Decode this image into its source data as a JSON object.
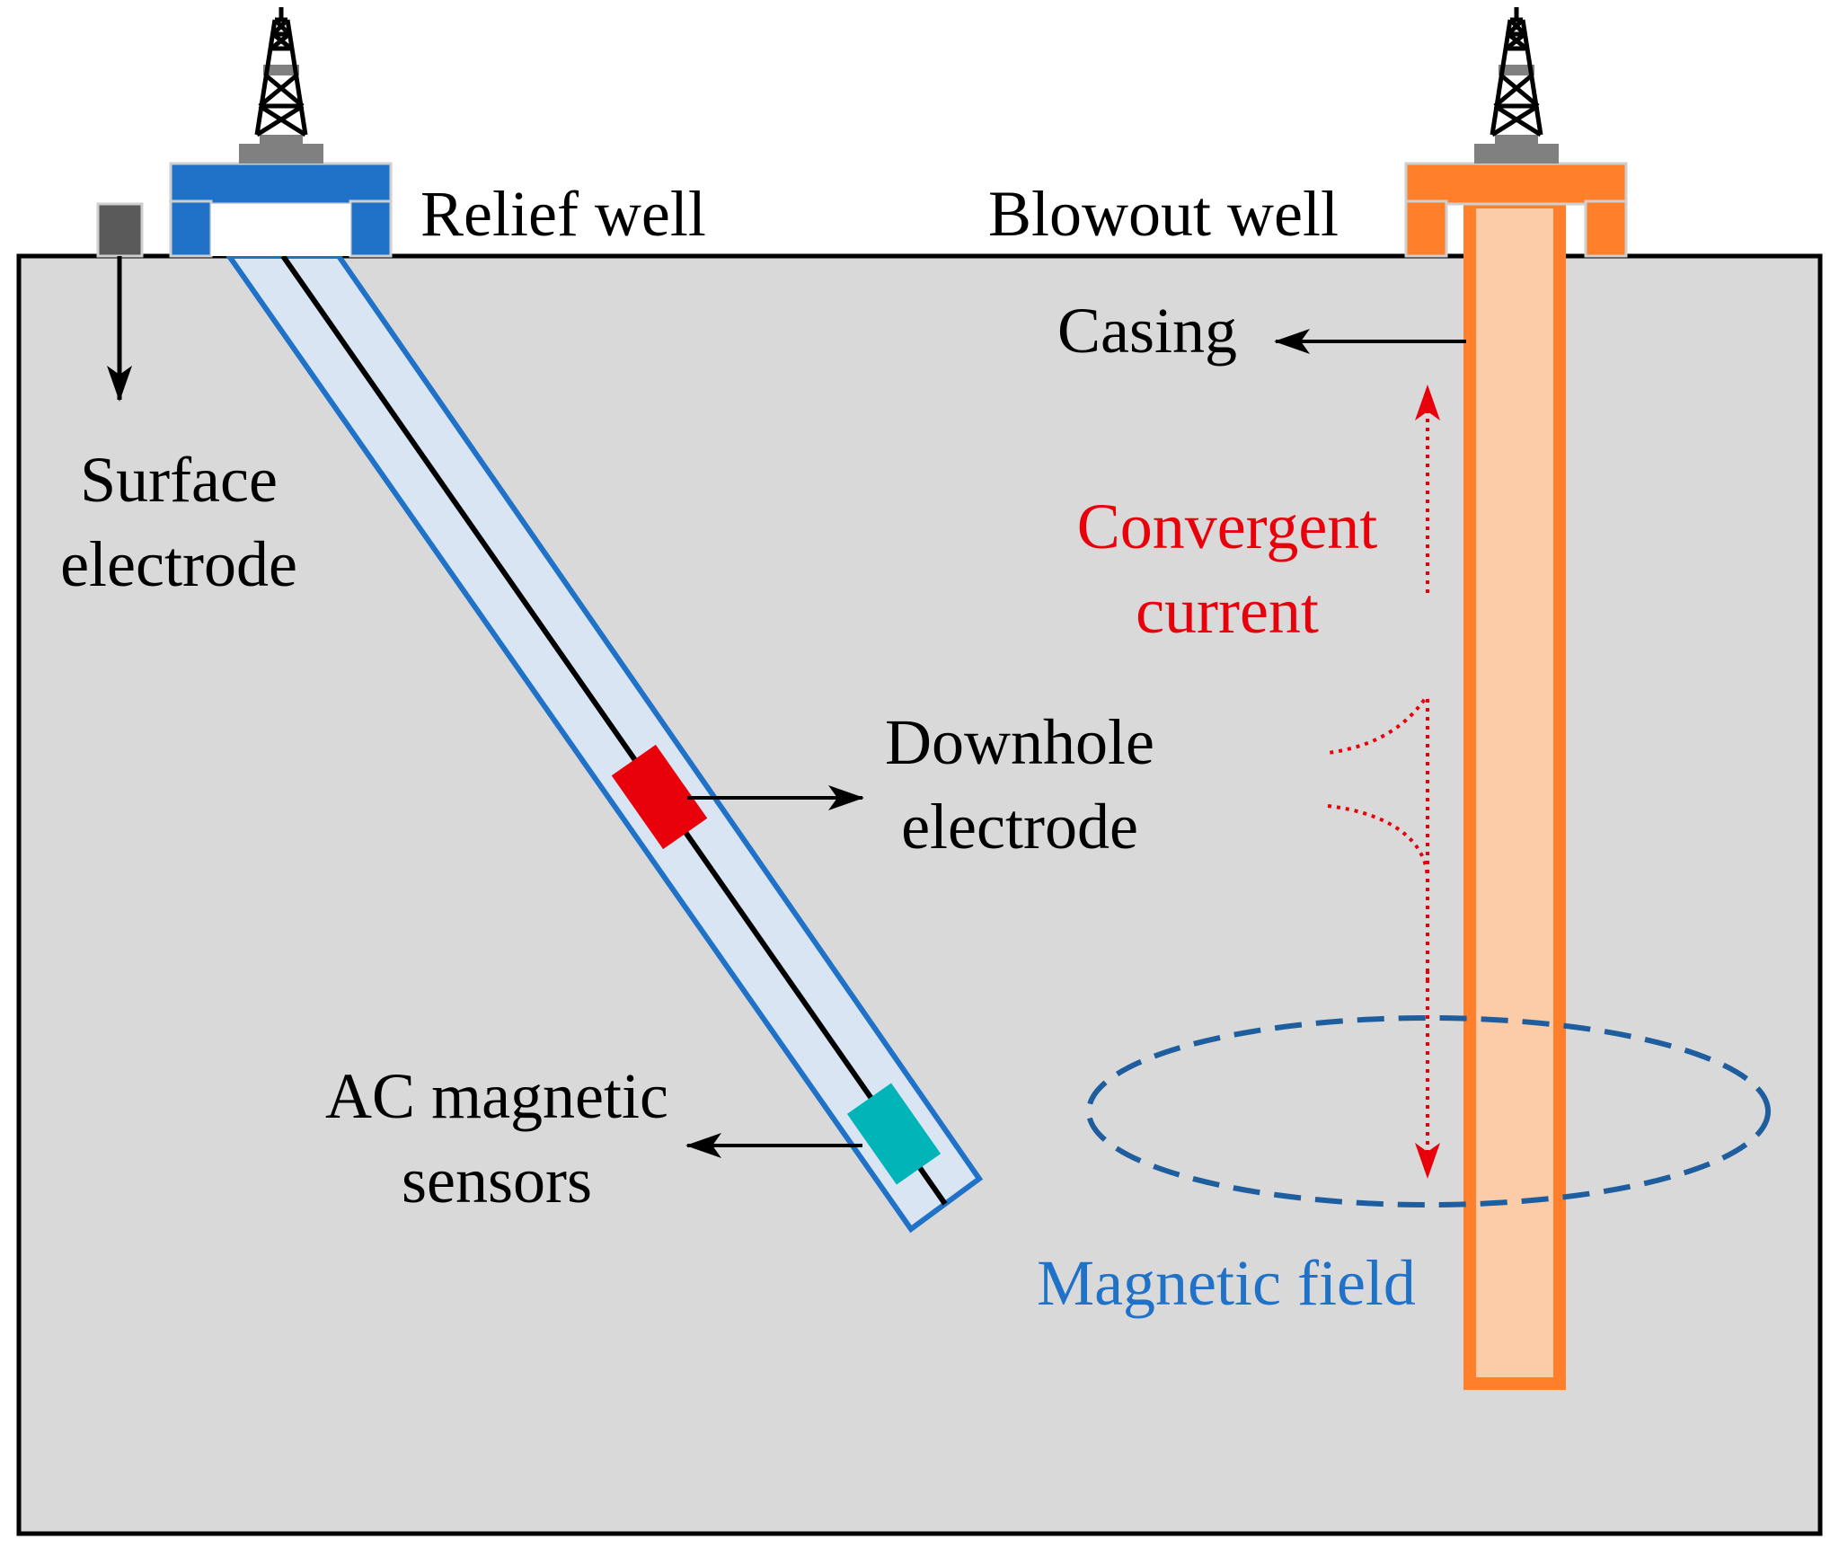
{
  "labels": {
    "relief_well": "Relief well",
    "blowout_well": "Blowout well",
    "casing": "Casing",
    "surface_electrode_line1": "Surface",
    "surface_electrode_line2": "electrode",
    "convergent_current_line1": "Convergent",
    "convergent_current_line2": "current",
    "downhole_electrode_line1": "Downhole",
    "downhole_electrode_line2": "electrode",
    "ac_sensors_line1": "AC magnetic",
    "ac_sensors_line2": "sensors",
    "magnetic_field": "Magnetic field"
  },
  "colors": {
    "ground": "#d9d9d9",
    "relief_blue": "#2072c8",
    "relief_fill": "#d9e5f3",
    "blowout_orange": "#ff7f2a",
    "casing_fill": "#fccca8",
    "downhole_electrode": "#e8000b",
    "sensor": "#00b4b8",
    "current_red": "#e8000b",
    "field_blue": "#1f5e9e",
    "field_text_blue": "#2072c8",
    "rig_gray": "#808080",
    "surface_electrode_gray": "#5a5a5a"
  }
}
